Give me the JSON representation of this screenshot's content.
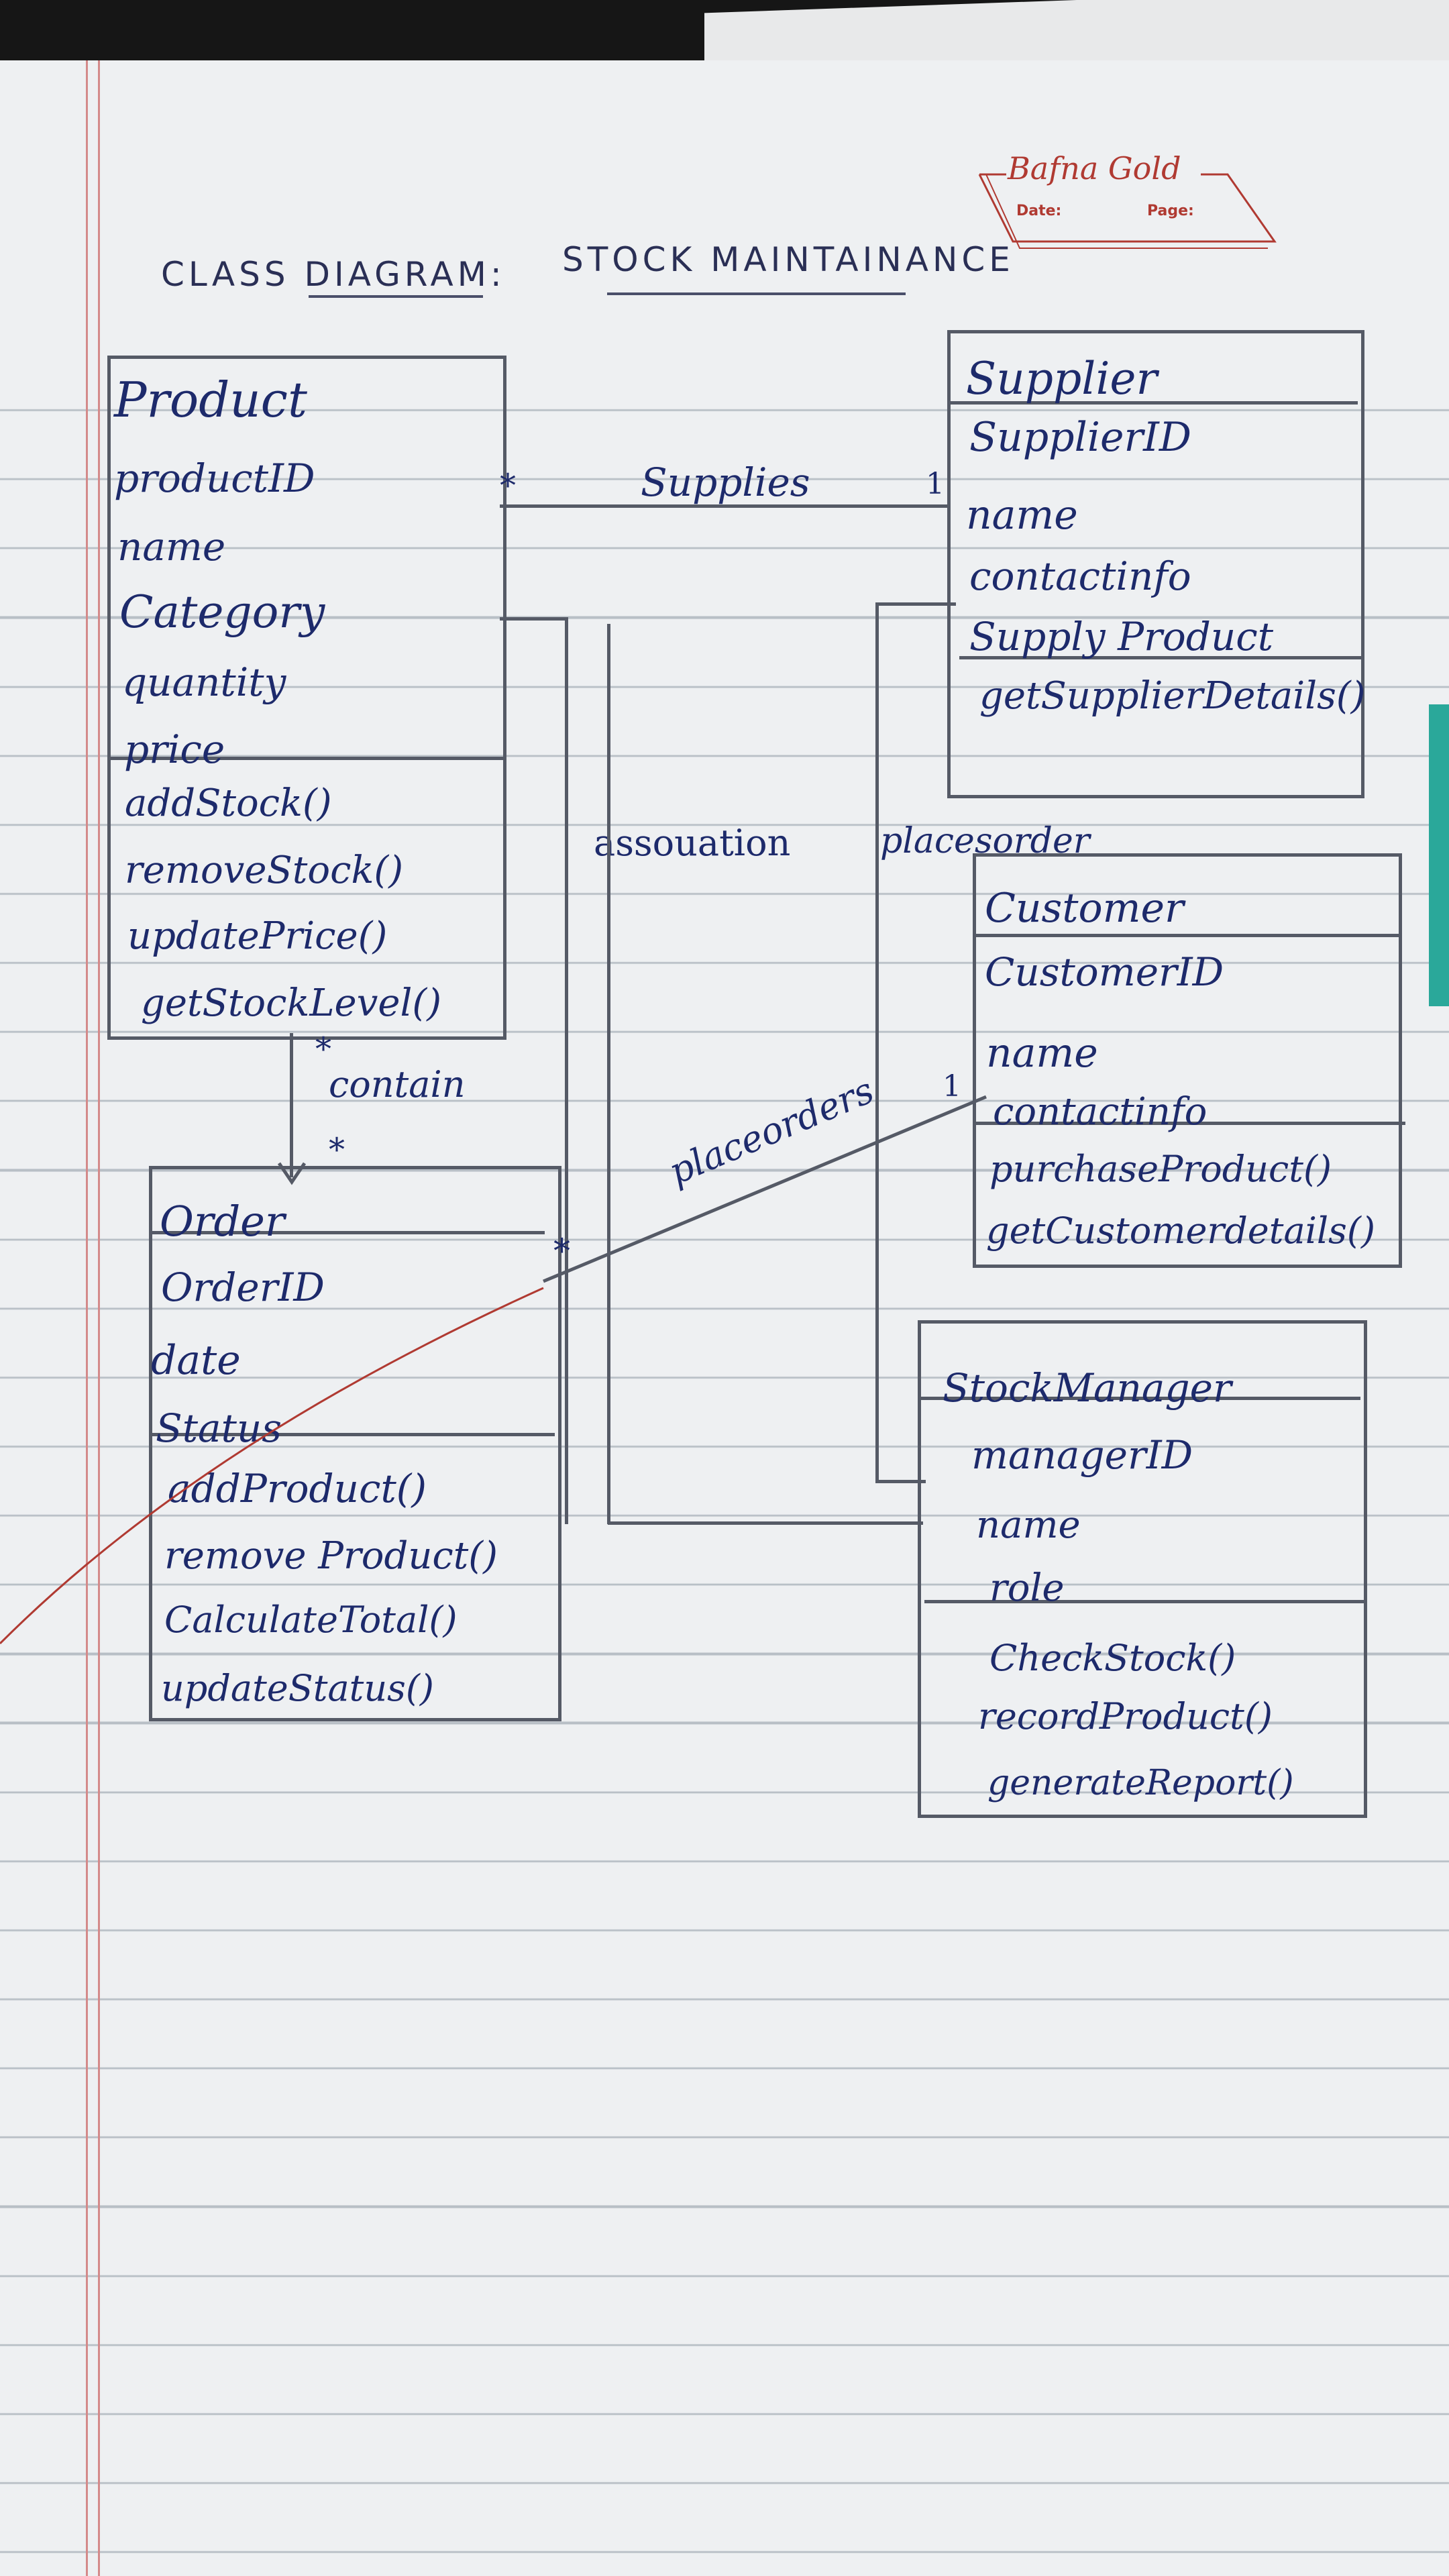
{
  "brand": {
    "name": "Bafna Gold",
    "date_label": "Date:",
    "page_label": "Page:"
  },
  "title": {
    "prefix": "CLASS DIAGRAM:",
    "subject": "STOCK MAINTAINANCE"
  },
  "classes": {
    "product": {
      "name": "Product",
      "attributes": [
        "productID",
        "name",
        "Category",
        "quantity",
        "price"
      ],
      "methods": [
        "addStock()",
        "removeStock()",
        "updatePrice()",
        "getStockLevel()"
      ]
    },
    "supplier": {
      "name": "Supplier",
      "attributes": [
        "SupplierID",
        "name",
        "contactinfo",
        "Supply Product"
      ],
      "methods": [
        "getSupplierDetails()"
      ]
    },
    "customer": {
      "name": "Customer",
      "attributes": [
        "CustomerID",
        "name",
        "contactinfo"
      ],
      "methods": [
        "purchaseProduct()",
        "getCustomerdetails()"
      ]
    },
    "order": {
      "name": "Order",
      "attributes": [
        "OrderID",
        "date",
        "Status"
      ],
      "methods": [
        "addProduct()",
        "remove Product()",
        "CalculateTotal()",
        "updateStatus()"
      ]
    },
    "stock_manager": {
      "name": "StockManager",
      "attributes": [
        "managerID",
        "name",
        "role"
      ],
      "methods": [
        "CheckStock()",
        "recordProduct()",
        "generateReport()"
      ]
    }
  },
  "relations": {
    "supplies": {
      "label": "Supplies",
      "from_mult": "*",
      "to_mult": "1"
    },
    "association": {
      "label": "assouation"
    },
    "places_order": {
      "label": "placesorder"
    },
    "contain": {
      "label": "contain",
      "from_mult": "*",
      "to_mult": "*"
    },
    "place_orders": {
      "label": "placeorders",
      "from_mult": "*",
      "to_mult": "1"
    }
  }
}
